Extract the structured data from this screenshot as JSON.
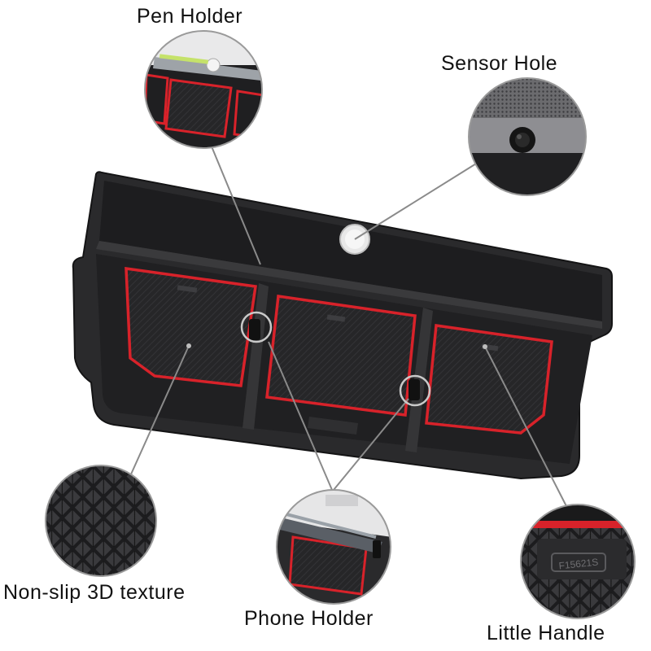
{
  "labels": {
    "pen_holder": "Pen Holder",
    "sensor_hole": "Sensor Hole",
    "non_slip": "Non-slip 3D texture",
    "phone_holder": "Phone Holder",
    "little_handle": "Little Handle"
  },
  "details": {
    "handle_emboss": "F15621S"
  },
  "colors": {
    "tray": "#2a2a2c",
    "tray_dark": "#1a1a1b",
    "accent_red": "#d8222a",
    "callout_line": "#8a8a8a",
    "background": "#ffffff"
  }
}
